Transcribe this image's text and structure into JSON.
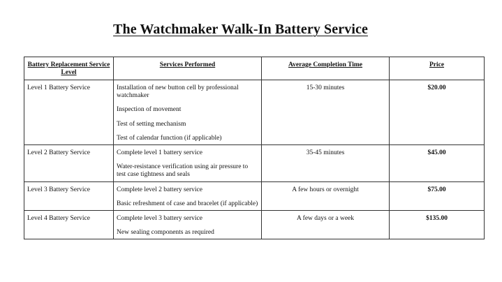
{
  "title": "The Watchmaker Walk-In Battery Service",
  "table": {
    "headers": {
      "level": "Battery Replacement Service Level",
      "services": "Services Performed",
      "time": "Average Completion Time",
      "price": "Price"
    },
    "rows": [
      {
        "level": "Level 1 Battery Service",
        "services": [
          "Installation of new button cell by professional watchmaker",
          "Inspection of movement",
          "Test of setting mechanism",
          "Test of  calendar function (if applicable)"
        ],
        "time": "15-30 minutes",
        "price": "$20.00"
      },
      {
        "level": "Level 2 Battery Service",
        "services": [
          "Complete level 1 battery service",
          "Water-resistance verification using air pressure to test case tightness and seals"
        ],
        "time": "35-45 minutes",
        "price": "$45.00"
      },
      {
        "level": "Level 3 Battery Service",
        "services": [
          "Complete level 2 battery service",
          "Basic refreshment of case and bracelet (if applicable)"
        ],
        "time": "A few hours or overnight",
        "price": "$75.00"
      },
      {
        "level": "Level 4 Battery Service",
        "services": [
          "Complete level 3 battery service",
          "New sealing components as required"
        ],
        "time": "A few days or a week",
        "price": "$135.00"
      }
    ]
  }
}
